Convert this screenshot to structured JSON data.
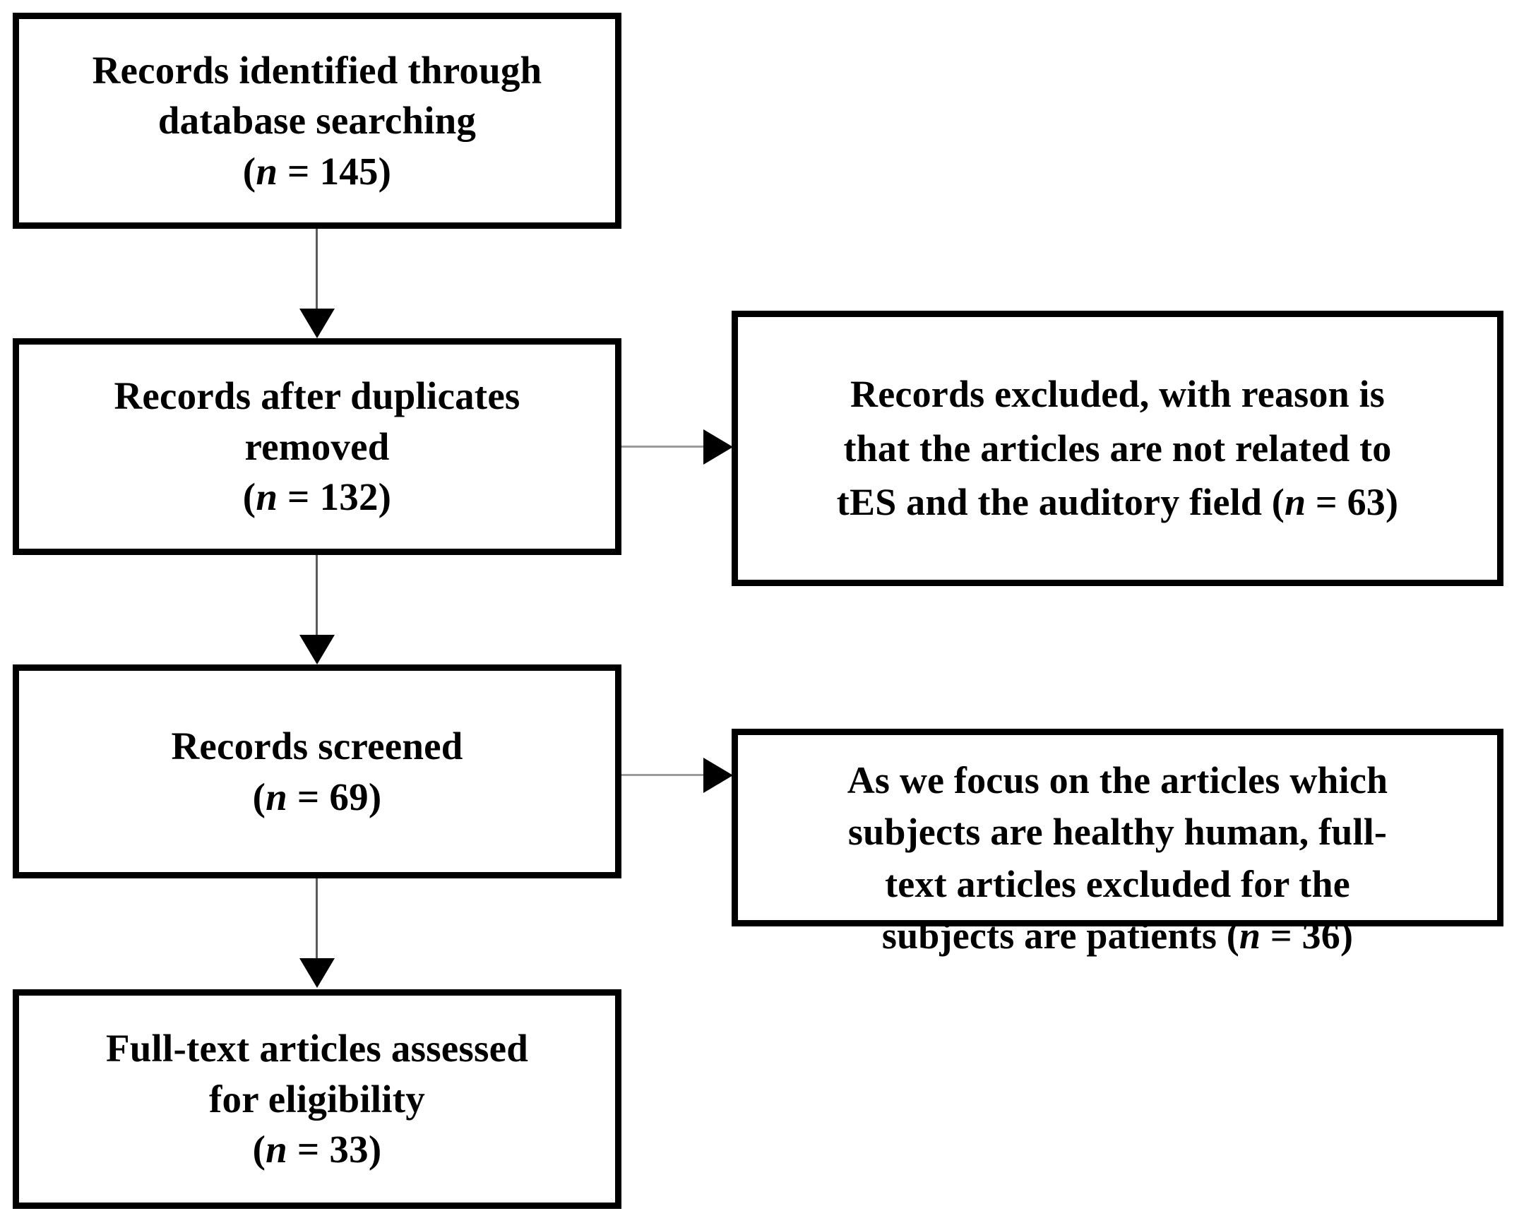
{
  "diagram": {
    "type": "prisma-flow-diagram",
    "title": "",
    "colors": {
      "box_border": "#000000",
      "box_fill": "#ffffff",
      "connector_line": "#9b9b9b",
      "arrowhead": "#000000",
      "text": "#000000",
      "background": "#ffffff"
    },
    "nodes": [
      {
        "id": "identified",
        "name": "records-identified",
        "column": "left",
        "lines": [
          "Records identified through",
          "database searching"
        ],
        "count_prefix": "(",
        "count_var": "n",
        "count_eq": " = ",
        "count_value": "145",
        "count_suffix": ")"
      },
      {
        "id": "duplicates",
        "name": "records-after-duplicates-removed",
        "column": "left",
        "lines": [
          "Records after duplicates",
          "removed"
        ],
        "count_prefix": "(",
        "count_var": "n",
        "count_eq": " = ",
        "count_value": "132",
        "count_suffix": ")"
      },
      {
        "id": "screened",
        "name": "records-screened",
        "column": "left",
        "lines": [
          "Records screened"
        ],
        "count_prefix": "(",
        "count_var": "n",
        "count_eq": " = ",
        "count_value": "69",
        "count_suffix": ")"
      },
      {
        "id": "fulltext",
        "name": "full-text-articles-assessed",
        "column": "left",
        "lines": [
          "Full-text articles assessed",
          "for eligibility"
        ],
        "count_prefix": "(",
        "count_var": "n",
        "count_eq": " = ",
        "count_value": "33",
        "count_suffix": ")"
      },
      {
        "id": "excluded1",
        "name": "records-excluded-not-related",
        "column": "right",
        "lines": [
          "Records excluded, with reason is",
          "that the articles are not related to",
          "tES and the auditory field"
        ],
        "inline_count": true,
        "count_prefix": "  (",
        "count_var": "n",
        "count_eq": " = ",
        "count_value": "63",
        "count_suffix": ")"
      },
      {
        "id": "excluded2",
        "name": "records-excluded-patients",
        "column": "right",
        "lines": [
          "As we focus on the articles which",
          "subjects are healthy human, full-",
          "text articles excluded for the",
          "subjects are patients"
        ],
        "inline_count": true,
        "count_prefix": " (",
        "count_var": "n",
        "count_eq": " = ",
        "count_value": "36",
        "count_suffix": ")"
      }
    ],
    "connectors": [
      {
        "id": "v1",
        "name": "arrow-identified-to-duplicates",
        "from": "identified",
        "to": "duplicates",
        "direction": "down"
      },
      {
        "id": "v2",
        "name": "arrow-duplicates-to-screened",
        "from": "duplicates",
        "to": "screened",
        "direction": "down"
      },
      {
        "id": "v3",
        "name": "arrow-screened-to-fulltext",
        "from": "screened",
        "to": "fulltext",
        "direction": "down"
      },
      {
        "id": "h1",
        "name": "arrow-duplicates-to-excluded1",
        "from": "duplicates",
        "to": "excluded1",
        "direction": "right"
      },
      {
        "id": "h2",
        "name": "arrow-screened-to-excluded2",
        "from": "screened",
        "to": "excluded2",
        "direction": "right"
      }
    ]
  }
}
